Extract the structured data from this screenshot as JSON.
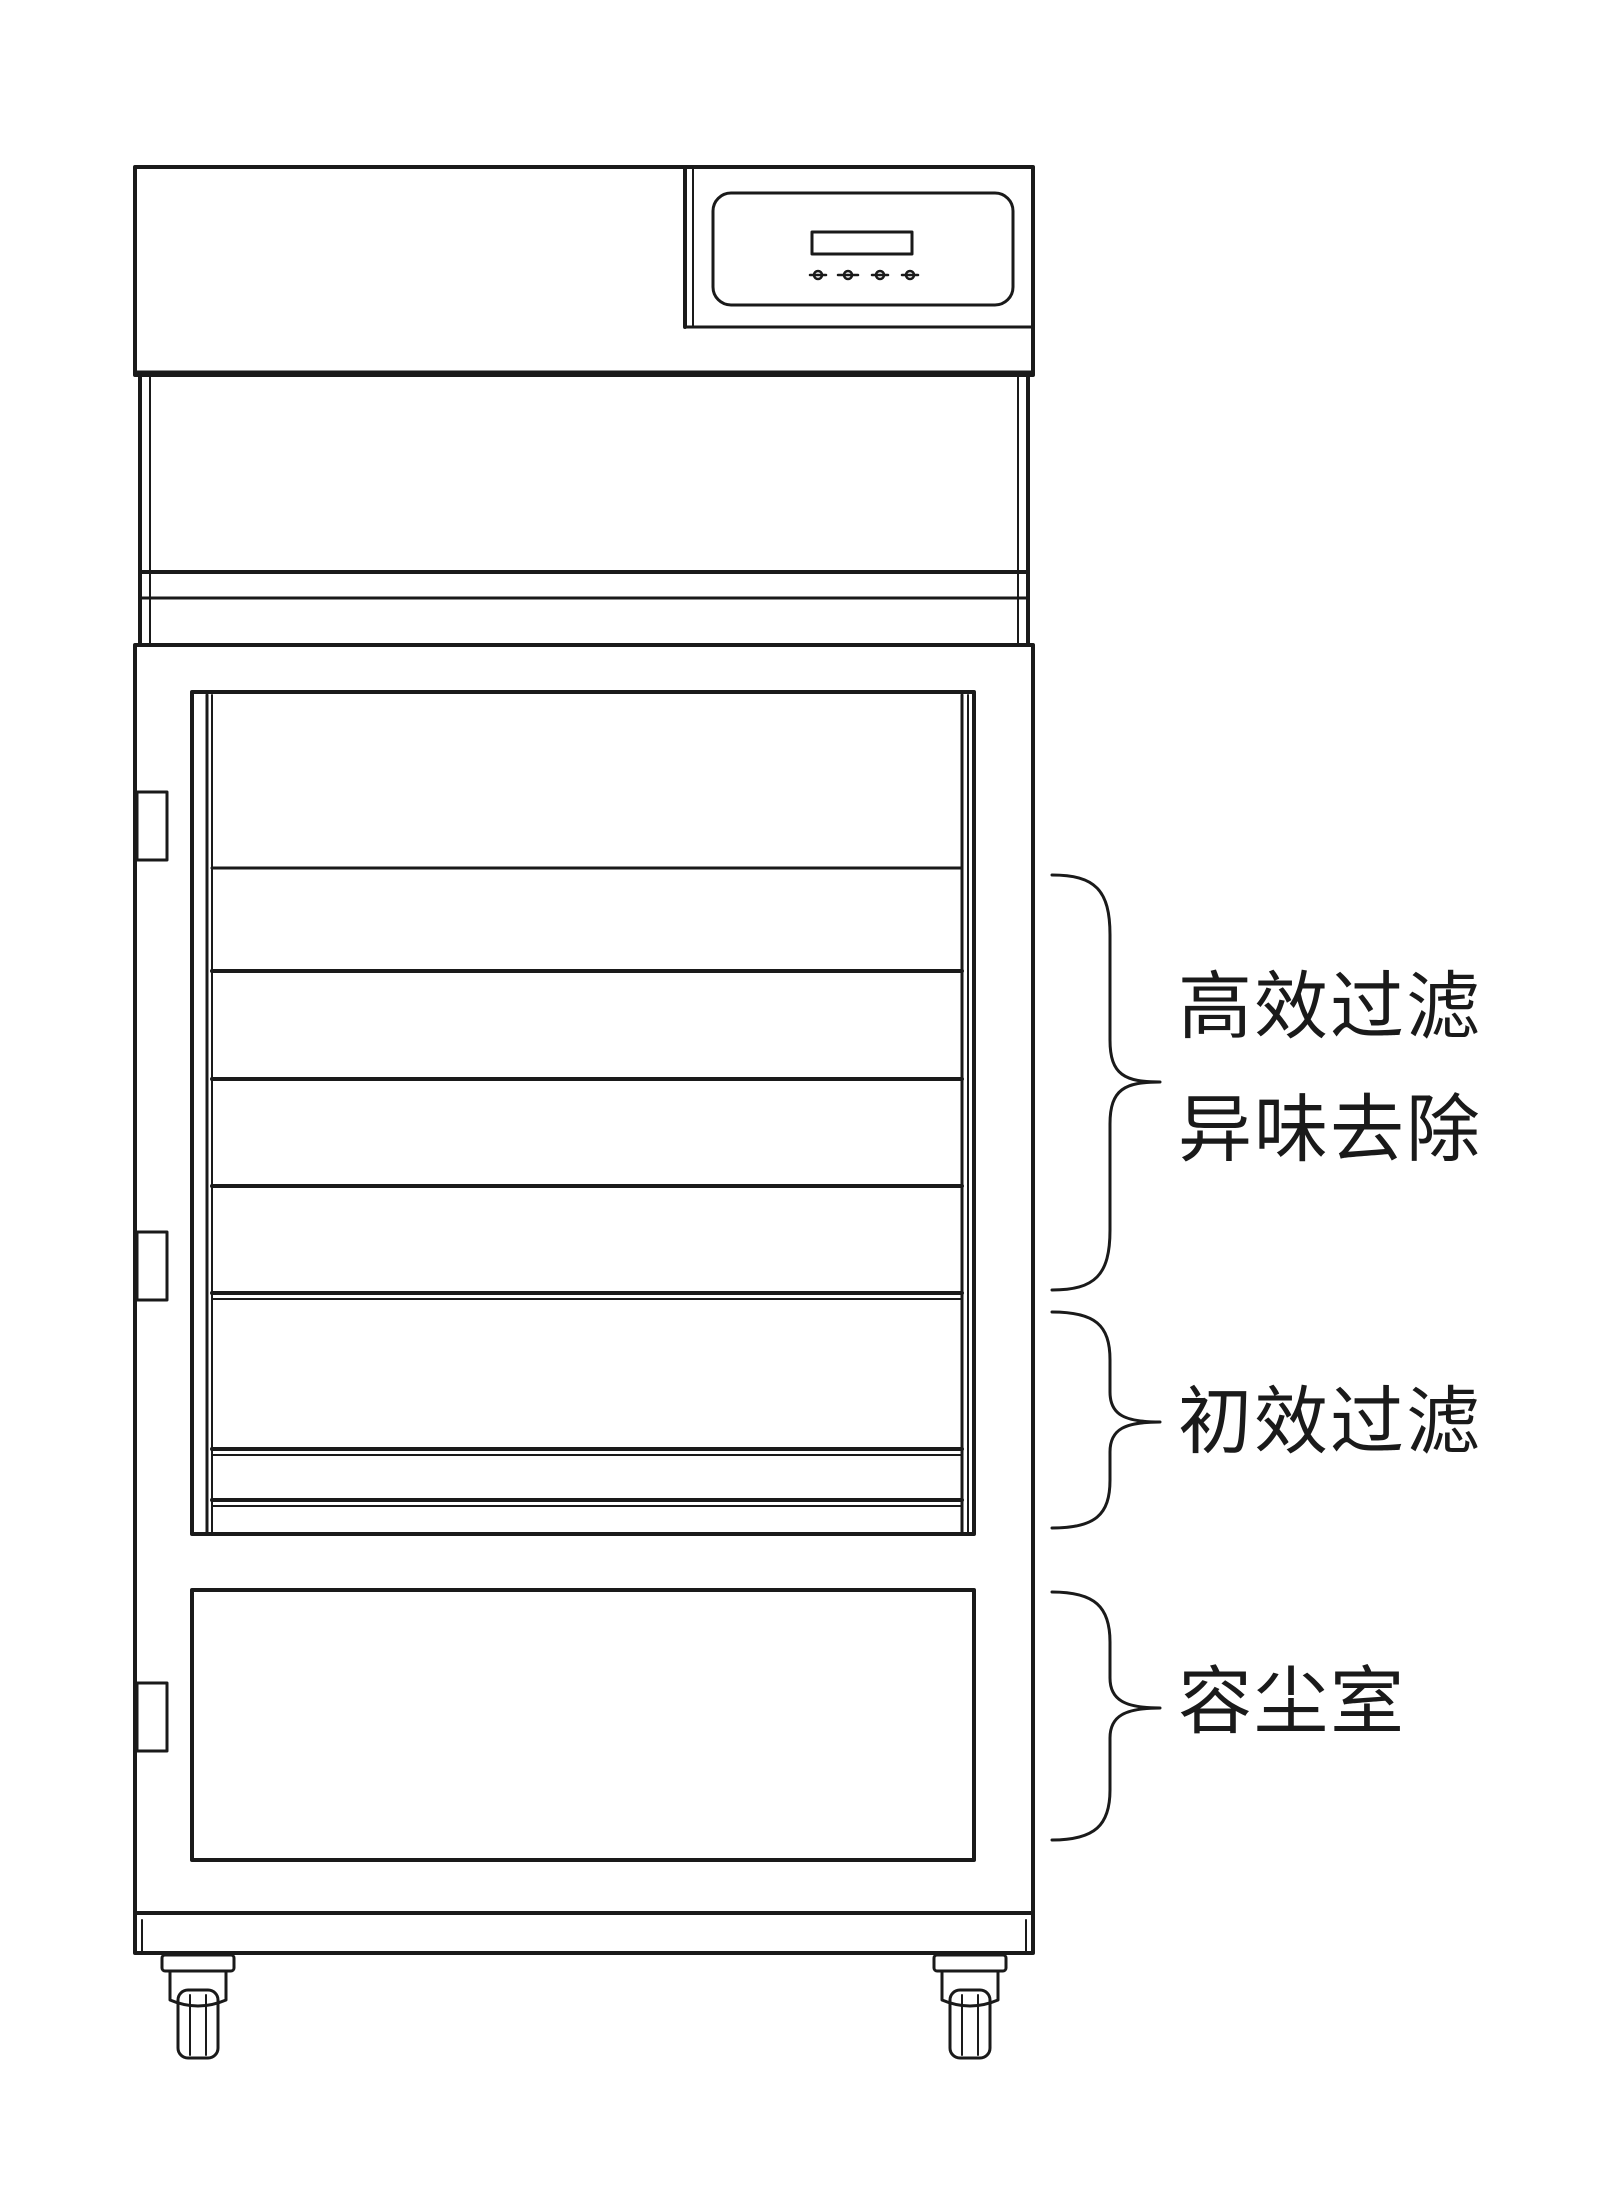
{
  "labels": {
    "hepa_line1": "高效过滤",
    "hepa_line2": "异味去除",
    "primary": "初效过滤",
    "dust": "容尘室"
  },
  "colors": {
    "line": "#1a1a1a",
    "background": "#ffffff"
  }
}
